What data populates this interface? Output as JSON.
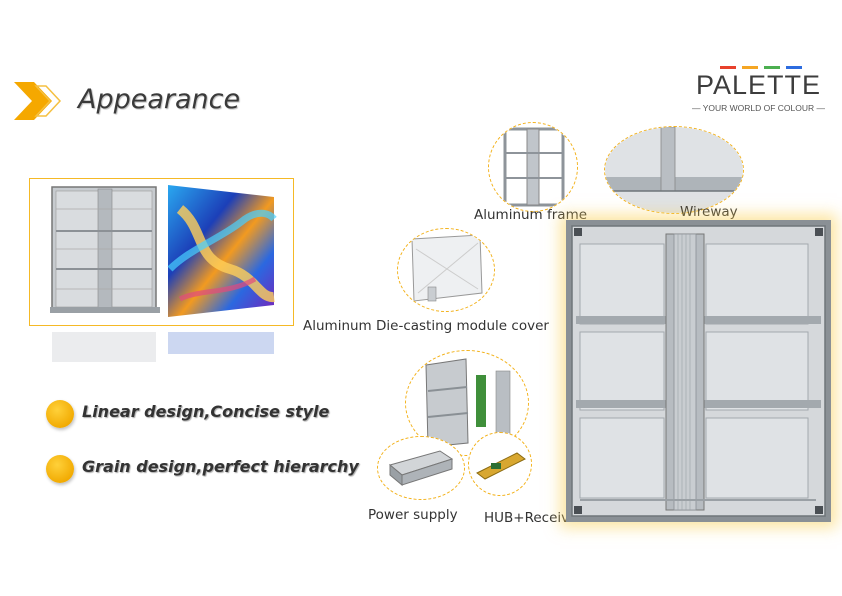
{
  "header": {
    "title": "Appearance"
  },
  "logo": {
    "name": "PALETTE",
    "tagline": "YOUR WORLD OF COLOUR",
    "bar_colors": [
      "#e8412c",
      "#f5a623",
      "#4caf50",
      "#2d6cdf"
    ]
  },
  "features": [
    {
      "text": "Linear design,Concise style"
    },
    {
      "text": "Grain design,perfect hierarchy"
    }
  ],
  "components": {
    "frame": "Aluminum frame",
    "wireway": "Wireway",
    "module_cover": "Aluminum Die-casting module cover",
    "power_supply": "Power supply",
    "hub": "HUB+Receiver"
  },
  "colors": {
    "accent": "#f5b926",
    "text": "#333333"
  }
}
